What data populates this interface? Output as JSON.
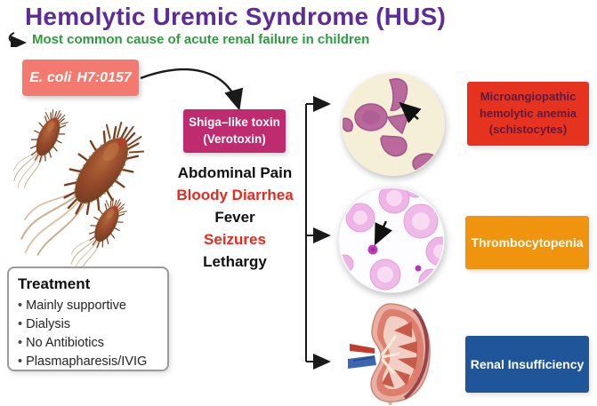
{
  "title": "Hemolytic Uremic Syndrome (HUS)",
  "subtitle": "Most common cause of acute renal failure in children",
  "cause_box": {
    "organism": "E. coli",
    "strain": "H7:0157"
  },
  "toxin_box": {
    "line1": "Shiga–like toxin",
    "line2": "(Verotoxin)"
  },
  "symptoms": [
    {
      "text": "Abdominal Pain",
      "emphasis": "normal"
    },
    {
      "text": "Bloody Diarrhea",
      "emphasis": "red"
    },
    {
      "text": "Fever",
      "emphasis": "normal"
    },
    {
      "text": "Seizures",
      "emphasis": "red"
    },
    {
      "text": "Lethargy",
      "emphasis": "normal"
    }
  ],
  "treatment": {
    "title": "Treatment",
    "items": [
      "Mainly supportive",
      "Dialysis",
      "No Antibiotics",
      "Plasmapharesis/IVIG"
    ]
  },
  "findings": [
    {
      "label": "Microangiopathic hemolytic anemia (schistocytes)"
    },
    {
      "label": "Thrombocytopenia"
    },
    {
      "label": "Renal Insufficiency"
    }
  ],
  "illustrations": {
    "bacteria": "e-coli-bacteria",
    "schistocyte_smear": "blood-smear-schistocytes",
    "platelet_smear": "blood-smear-thrombocytopenia",
    "kidney": "kidney-cross-section"
  },
  "colors": {
    "title": "#5e2c96",
    "subtitle": "#2e9b3f",
    "cause_box_bg": "#f4796e",
    "toxin_box_bg": "#be2b6f",
    "symptom_red": "#e8291c",
    "finding_anemia_bg": "#e63320",
    "finding_anemia_text": "#5e1a3e",
    "finding_thrombocytopenia_bg": "#f0930f",
    "finding_renal_bg": "#1f5699",
    "arrow": "#1a1a1a"
  }
}
